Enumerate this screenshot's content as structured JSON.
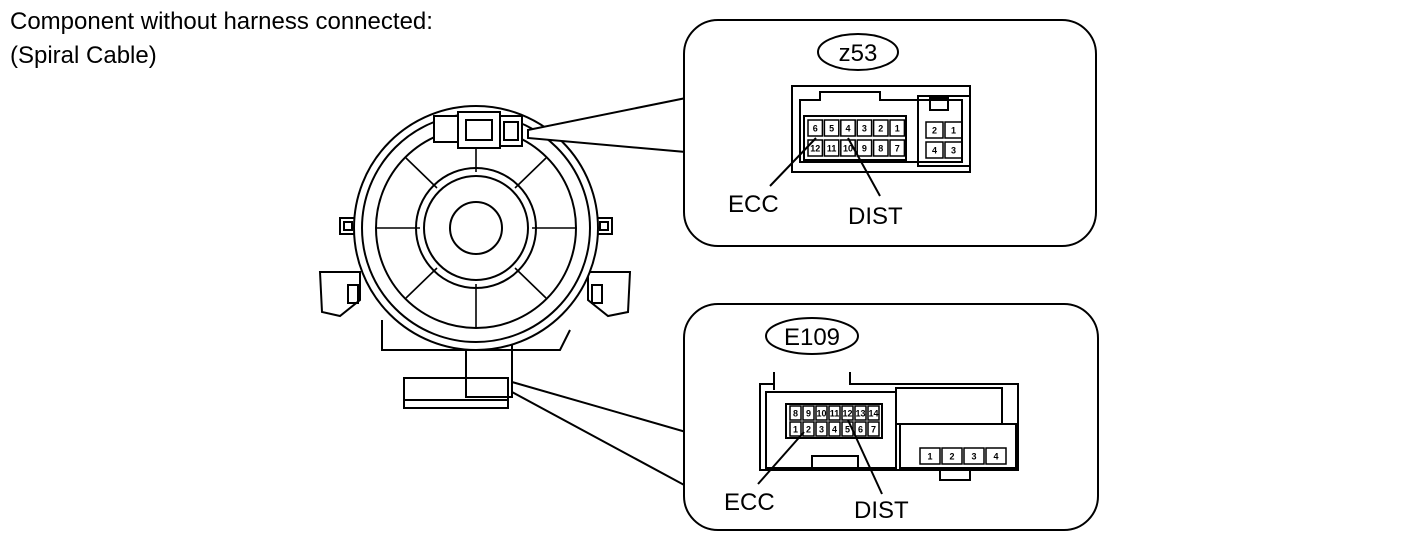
{
  "caption": {
    "line1": "Component without harness connected:",
    "line2": "(Spiral Cable)"
  },
  "z53": {
    "id": "z53",
    "pins_top": [
      "6",
      "5",
      "4",
      "3",
      "2",
      "1"
    ],
    "pins_bottom": [
      "12",
      "11",
      "10",
      "9",
      "8",
      "7"
    ],
    "aux_top": [
      "2",
      "1"
    ],
    "aux_bottom": [
      "4",
      "3"
    ],
    "label_ecc": "ECC",
    "label_dist": "DIST"
  },
  "e109": {
    "id": "E109",
    "pins_top": [
      "8",
      "9",
      "10",
      "11",
      "12",
      "13",
      "14"
    ],
    "pins_bottom": [
      "1",
      "2",
      "3",
      "4",
      "5",
      "6",
      "7"
    ],
    "aux_pins": [
      "1",
      "2",
      "3",
      "4"
    ],
    "label_ecc": "ECC",
    "label_dist": "DIST"
  },
  "colors": {
    "line": "#000000",
    "background": "#ffffff"
  }
}
